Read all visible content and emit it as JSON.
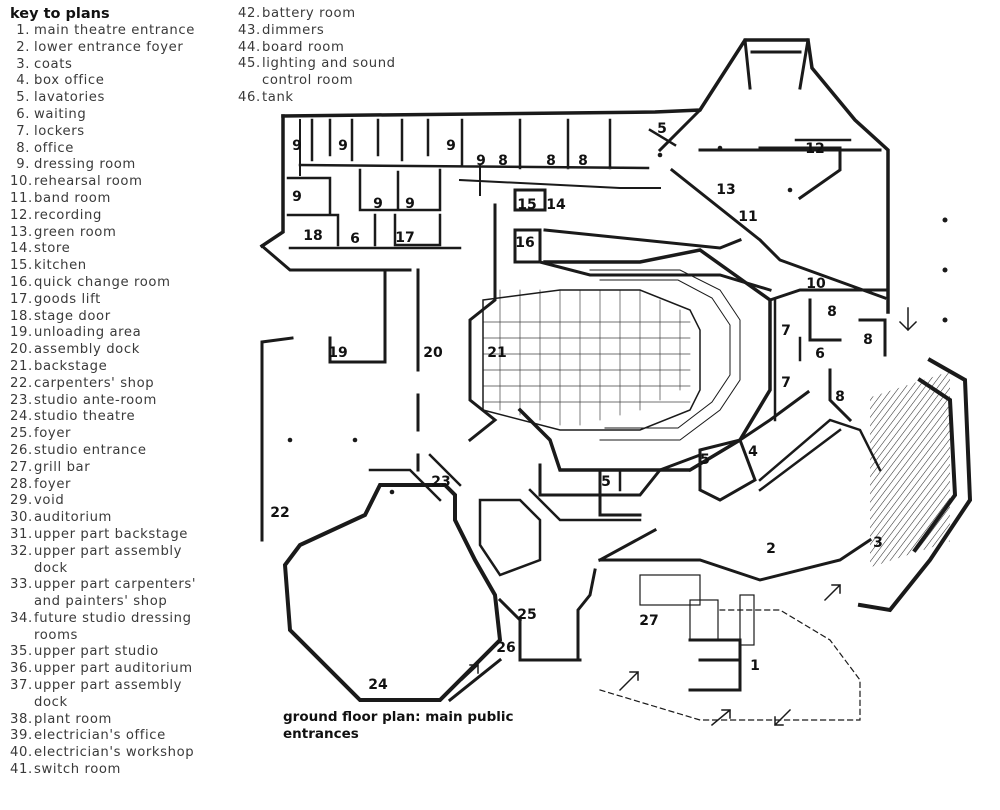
{
  "key": {
    "title": "key to plans",
    "items": [
      {
        "num": "1.",
        "label": "main theatre entrance"
      },
      {
        "num": "2.",
        "label": "lower entrance foyer"
      },
      {
        "num": "3.",
        "label": "coats"
      },
      {
        "num": "4.",
        "label": "box office"
      },
      {
        "num": "5.",
        "label": "lavatories"
      },
      {
        "num": "6.",
        "label": "waiting"
      },
      {
        "num": "7.",
        "label": "lockers"
      },
      {
        "num": "8.",
        "label": "office"
      },
      {
        "num": "9.",
        "label": "dressing room"
      },
      {
        "num": "10.",
        "label": "rehearsal room"
      },
      {
        "num": "11.",
        "label": "band room"
      },
      {
        "num": "12.",
        "label": "recording"
      },
      {
        "num": "13.",
        "label": "green room"
      },
      {
        "num": "14.",
        "label": "store"
      },
      {
        "num": "15.",
        "label": "kitchen"
      },
      {
        "num": "16.",
        "label": "quick change room"
      },
      {
        "num": "17.",
        "label": "goods lift"
      },
      {
        "num": "18.",
        "label": "stage door"
      },
      {
        "num": "19.",
        "label": "unloading area"
      },
      {
        "num": "20.",
        "label": "assembly dock"
      },
      {
        "num": "21.",
        "label": "backstage"
      },
      {
        "num": "22.",
        "label": "carpenters' shop"
      },
      {
        "num": "23.",
        "label": "studio ante-room"
      },
      {
        "num": "24.",
        "label": "studio theatre"
      },
      {
        "num": "25.",
        "label": "foyer"
      },
      {
        "num": "26.",
        "label": "studio entrance"
      },
      {
        "num": "27.",
        "label": "grill bar"
      },
      {
        "num": "28.",
        "label": "foyer"
      },
      {
        "num": "29.",
        "label": "void"
      },
      {
        "num": "30.",
        "label": "auditorium"
      },
      {
        "num": "31.",
        "label": "upper part backstage"
      },
      {
        "num": "32.",
        "label": "upper part assembly",
        "cont": "dock"
      },
      {
        "num": "33.",
        "label": "upper part carpenters'",
        "cont": "and painters' shop"
      },
      {
        "num": "34.",
        "label": "future studio dressing",
        "cont": "rooms"
      },
      {
        "num": "35.",
        "label": "upper part studio"
      },
      {
        "num": "36.",
        "label": "upper part auditorium"
      },
      {
        "num": "37.",
        "label": "upper part assembly",
        "cont": "dock"
      },
      {
        "num": "38.",
        "label": "plant room"
      },
      {
        "num": "39.",
        "label": "electrician's office"
      },
      {
        "num": "40.",
        "label": "electrician's workshop"
      },
      {
        "num": "41.",
        "label": "switch room"
      },
      {
        "num": "42.",
        "label": "battery room"
      },
      {
        "num": "43.",
        "label": "dimmers"
      },
      {
        "num": "44.",
        "label": "board room"
      },
      {
        "num": "45.",
        "label": "lighting and sound",
        "cont": "control room"
      },
      {
        "num": "46.",
        "label": "tank"
      }
    ]
  },
  "plan": {
    "caption_line1": "ground floor plan: main public",
    "caption_line2": "entrances",
    "room_labels": [
      "9",
      "9",
      "9",
      "9",
      "8",
      "8",
      "8",
      "5",
      "12",
      "13",
      "11",
      "10",
      "9",
      "9",
      "9",
      "15",
      "14",
      "16",
      "18",
      "6",
      "17",
      "19",
      "20",
      "21",
      "8",
      "8",
      "7",
      "6",
      "7",
      "8",
      "4",
      "5",
      "5",
      "23",
      "22",
      "2",
      "3",
      "25",
      "27",
      "26",
      "1",
      "24"
    ]
  }
}
